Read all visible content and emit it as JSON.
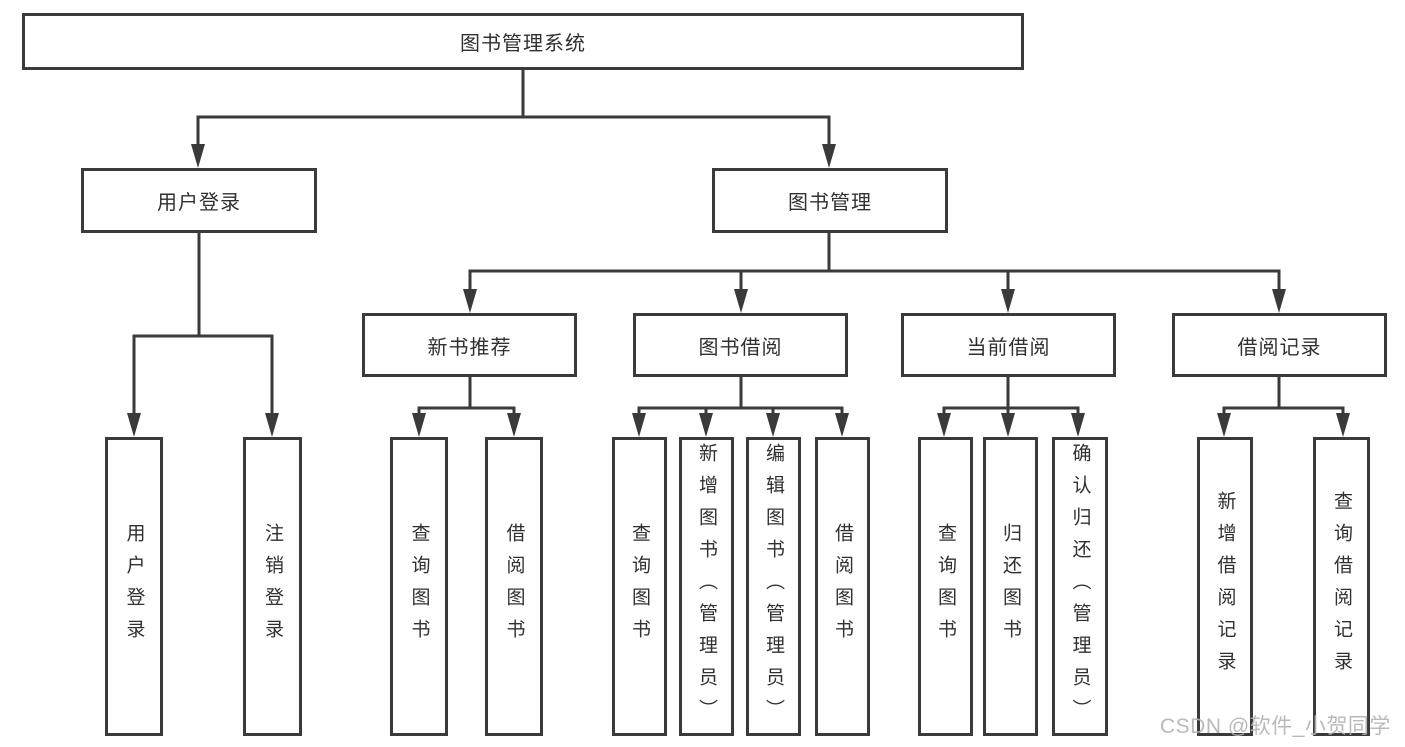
{
  "diagram": {
    "root": {
      "label": "图书管理系统"
    },
    "user_login": {
      "label": "用户登录",
      "children": [
        {
          "label": "用户登录"
        },
        {
          "label": "注销登录"
        }
      ]
    },
    "book_management": {
      "label": "图书管理",
      "children": [
        {
          "label": "新书推荐",
          "children": [
            {
              "label": "查询图书"
            },
            {
              "label": "借阅图书"
            }
          ]
        },
        {
          "label": "图书借阅",
          "children": [
            {
              "label": "查询图书"
            },
            {
              "label": "新增图书（管理员）"
            },
            {
              "label": "编辑图书（管理员）"
            },
            {
              "label": "借阅图书"
            }
          ]
        },
        {
          "label": "当前借阅",
          "children": [
            {
              "label": "查询图书"
            },
            {
              "label": "归还图书"
            },
            {
              "label": "确认归还（管理员）"
            }
          ]
        },
        {
          "label": "借阅记录",
          "children": [
            {
              "label": "新增借阅记录"
            },
            {
              "label": "查询借阅记录"
            }
          ]
        }
      ]
    }
  },
  "watermark": {
    "text": "CSDN @软件_小贺同学"
  },
  "colors": {
    "line": "#3a3a3a",
    "text": "#303030",
    "watermark": "#b3b3b3",
    "background": "#ffffff"
  }
}
